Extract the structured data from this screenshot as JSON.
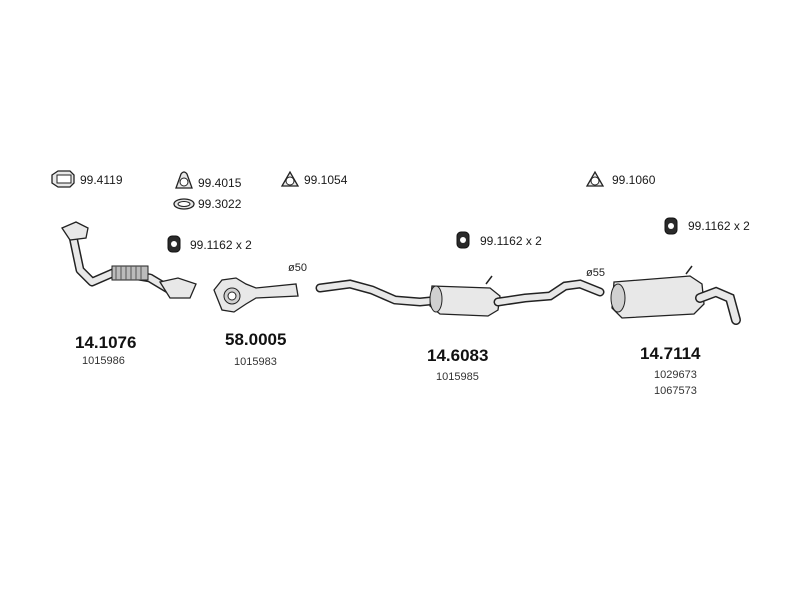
{
  "accessories": [
    {
      "code": "99.4119"
    },
    {
      "code": "99.4015"
    },
    {
      "code": "99.3022"
    },
    {
      "code": "99.1054"
    },
    {
      "code": "99.1060"
    },
    {
      "code": "99.1162 x 2"
    },
    {
      "code": "99.1162 x 2"
    },
    {
      "code": "99.1162 x 2"
    }
  ],
  "parts": [
    {
      "number": "14.1076",
      "oem": [
        "1015986"
      ]
    },
    {
      "number": "58.0005",
      "oem": [
        "1015983"
      ]
    },
    {
      "number": "14.6083",
      "oem": [
        "1015985"
      ]
    },
    {
      "number": "14.7114",
      "oem": [
        "1029673",
        "1067573"
      ]
    }
  ],
  "diameters": [
    "ø50",
    "ø55"
  ],
  "colors": {
    "ink": "#222222",
    "part_fill": "#e8e8e8",
    "rubber": "#2a2a2a"
  }
}
